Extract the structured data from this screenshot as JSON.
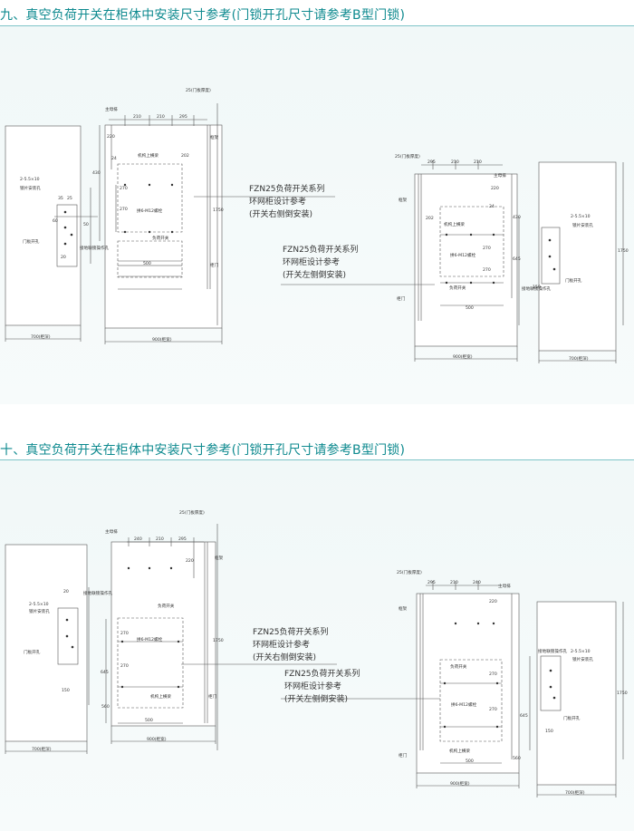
{
  "section9": {
    "title": "九、真空负荷开关在柜体中安装尺寸参考(门锁开孔尺寸请参考B型门锁)",
    "right_note": [
      "FZN25负荷开关系列",
      "环网柜设计参考",
      "(开关右侧倒安装)"
    ],
    "left_note": [
      "FZN25负荷开关系列",
      "环网柜设计参考",
      "(开关左侧倒安装)"
    ],
    "left_drawing": {
      "door_thickness": "25(门板厚度)",
      "main_bus": "主母排",
      "dims_top": [
        "210",
        "210",
        "295"
      ],
      "dim_430": "430",
      "dim_220": "220",
      "dim_202": "202",
      "dim_24": "24",
      "dim_270a": "270",
      "dim_270b": "270",
      "dim_1750": "1750",
      "dim_500": "500",
      "dim_900": "900(柜宽)",
      "dim_700": "700(柜深)",
      "cabinet_frame": "框架",
      "cabinet_door": "柜门",
      "frame_top_beam": "机构上横梁",
      "bolts": "拼6-M12螺栓",
      "load_switch": "负荷开关",
      "lock_holes": "2-5.5×10",
      "lock_mount": "锁片安装孔",
      "door_board_hole": "门板开孔",
      "interlock": "接地联锁操作孔",
      "dim_35": "35",
      "dim_25": "25",
      "dim_20": "20",
      "dim_60": "60",
      "dim_50": "50"
    },
    "right_drawing": {
      "door_thickness": "25(门板厚度)",
      "main_bus": "主母排",
      "dims_top": [
        "295",
        "210",
        "210"
      ],
      "dim_430": "430",
      "dim_220": "220",
      "dim_202": "202",
      "dim_24": "24",
      "dim_270a": "270",
      "dim_270b": "270",
      "dim_645": "645",
      "dim_150": "150",
      "dim_1750": "1750",
      "dim_500": "500",
      "dim_900": "900(柜宽)",
      "dim_700": "700(柜深)",
      "cabinet_frame": "框架",
      "cabinet_door": "柜门",
      "frame_top_beam": "机构上横梁",
      "bolts": "拼6-M12螺栓",
      "load_switch": "负荷开关",
      "lock_holes": "2-5.5×10",
      "lock_mount": "锁片安装孔",
      "door_board_hole": "门板开孔",
      "interlock": "接地联锁操作孔"
    }
  },
  "section10": {
    "title": "十、真空负荷开关在柜体中安装尺寸参考(门锁开孔尺寸请参考B型门锁)",
    "right_note": [
      "FZN25负荷开关系列",
      "环网柜设计参考",
      "(开关右侧倒安装)"
    ],
    "left_note": [
      "FZN25负荷开关系列",
      "环网柜设计参考",
      "(开关左侧倒安装)"
    ],
    "left_drawing": {
      "door_thickness": "25(门板厚度)",
      "main_bus": "主母排",
      "dims_top": [
        "240",
        "210",
        "295"
      ],
      "dim_220": "220",
      "dim_270a": "270",
      "dim_270b": "270",
      "dim_645": "645",
      "dim_1750": "1750",
      "dim_560": "560",
      "dim_500": "500",
      "dim_900": "900(柜宽)",
      "dim_700": "700(柜深)",
      "cabinet_frame": "框架",
      "cabinet_door": "柜门",
      "frame_top_beam": "机构上横梁",
      "bolts": "拼6-M12螺栓",
      "load_switch": "负荷开关",
      "lock_holes": "2-5.5×10",
      "lock_mount": "锁片安装孔",
      "door_board_hole": "门板开孔",
      "interlock": "接地联锁操作孔",
      "dim_150": "150",
      "dim_20": "20"
    },
    "right_drawing": {
      "door_thickness": "25(门板厚度)",
      "main_bus": "主母排",
      "dims_top": [
        "295",
        "210",
        "240"
      ],
      "dim_220": "220",
      "dim_270a": "270",
      "dim_270b": "270",
      "dim_645": "645",
      "dim_560": "560",
      "dim_1750": "1750",
      "dim_500": "500",
      "dim_900": "900(柜宽)",
      "dim_700": "700(柜深)",
      "cabinet_frame": "框架",
      "cabinet_door": "柜门",
      "frame_top_beam": "机构上横梁",
      "bolts": "拼6-M12螺栓",
      "load_switch": "负荷开关",
      "lock_holes": "2-5.5×10",
      "lock_mount": "锁片安装孔",
      "door_board_hole": "门板开孔",
      "interlock": "接地联锁操作孔",
      "dim_150": "150"
    }
  }
}
